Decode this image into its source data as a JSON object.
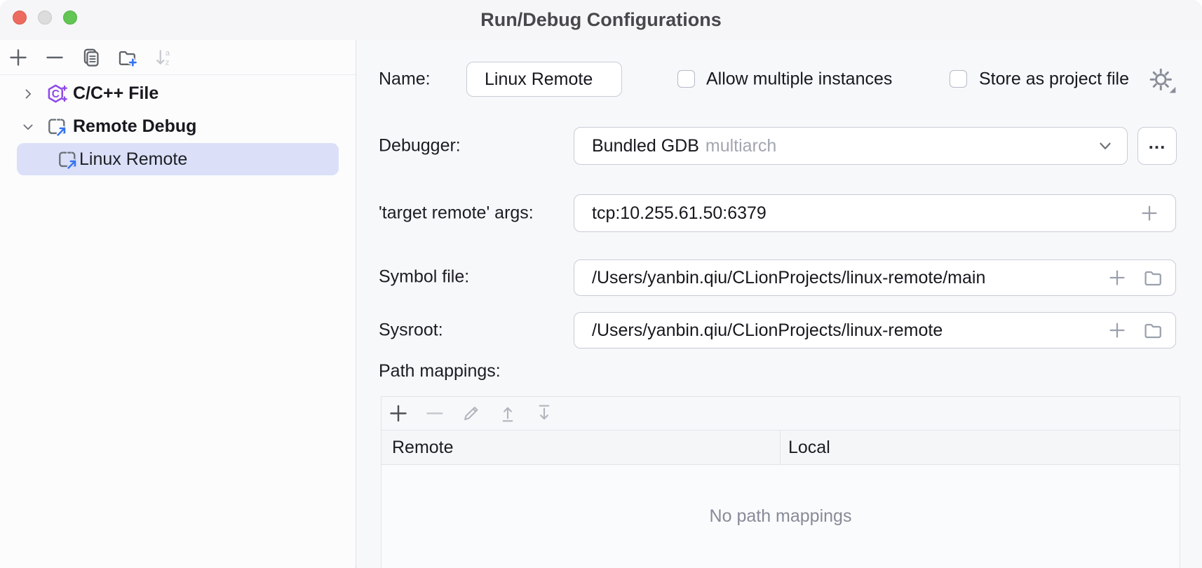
{
  "window": {
    "title": "Run/Debug Configurations"
  },
  "titlebar": {
    "buttons": [
      "close",
      "minimize",
      "zoom"
    ]
  },
  "sidebar": {
    "toolbar": {
      "add": "add-configuration",
      "remove": "remove-configuration",
      "copy": "copy-configuration",
      "new_folder": "new-folder",
      "sort": "sort-configurations"
    },
    "tree": [
      {
        "label": "C/C++ File",
        "expanded": false,
        "type": "cpp-file"
      },
      {
        "label": "Remote Debug",
        "expanded": true,
        "type": "remote-debug"
      },
      {
        "label": "Linux Remote",
        "selected": true,
        "type": "remote-debug"
      }
    ]
  },
  "form": {
    "name": {
      "label": "Name:",
      "value": "Linux Remote"
    },
    "allow_multiple": {
      "label": "Allow multiple instances",
      "checked": false
    },
    "store_as_project": {
      "label": "Store as project file",
      "checked": false
    },
    "debugger": {
      "label": "Debugger:",
      "value": "Bundled GDB",
      "suffix": "multiarch"
    },
    "target_remote_args": {
      "label": "'target remote' args:",
      "value": "tcp:10.255.61.50:6379"
    },
    "symbol_file": {
      "label": "Symbol file:",
      "value": "/Users/yanbin.qiu/CLionProjects/linux-remote/main"
    },
    "sysroot": {
      "label": "Sysroot:",
      "value": "/Users/yanbin.qiu/CLionProjects/linux-remote"
    },
    "more_button": "...",
    "path_mappings": {
      "label": "Path mappings:",
      "columns": [
        "Remote",
        "Local"
      ],
      "rows": [],
      "empty_text": "No path mappings"
    }
  },
  "colors": {
    "accent_blue": "#3574f0",
    "cpp_purple": "#8f4ae8",
    "selection_bg": "#dbe0f8",
    "traffic_red": "#ed6a5f",
    "traffic_green": "#62c554"
  }
}
